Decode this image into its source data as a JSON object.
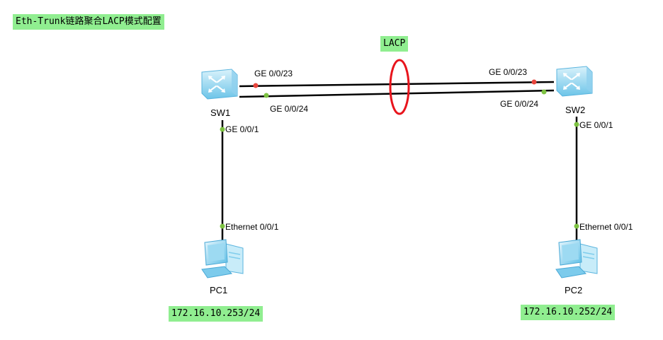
{
  "title": "Eth-Trunk链路聚合LACP模式配置",
  "lacp_label": "LACP",
  "devices": {
    "sw1": {
      "name": "SW1",
      "icon": "switch-icon"
    },
    "sw2": {
      "name": "SW2",
      "icon": "switch-icon"
    },
    "pc1": {
      "name": "PC1",
      "icon": "pc-icon",
      "ip": "172.16.10.253/24"
    },
    "pc2": {
      "name": "PC2",
      "icon": "pc-icon",
      "ip": "172.16.10.252/24"
    }
  },
  "ports": {
    "sw1_ge23": "GE 0/0/23",
    "sw1_ge24": "GE 0/0/24",
    "sw1_ge1": "GE 0/0/1",
    "sw2_ge23": "GE 0/0/23",
    "sw2_ge24": "GE 0/0/24",
    "sw2_ge1": "GE 0/0/1",
    "pc1_eth": "Ethernet 0/0/1",
    "pc2_eth": "Ethernet 0/0/1"
  },
  "colors": {
    "label_bg": "#90ee90",
    "port_up": "#7dc242",
    "port_down": "#e8453c",
    "lacp_ring": "#e8141c",
    "link": "#000000"
  }
}
